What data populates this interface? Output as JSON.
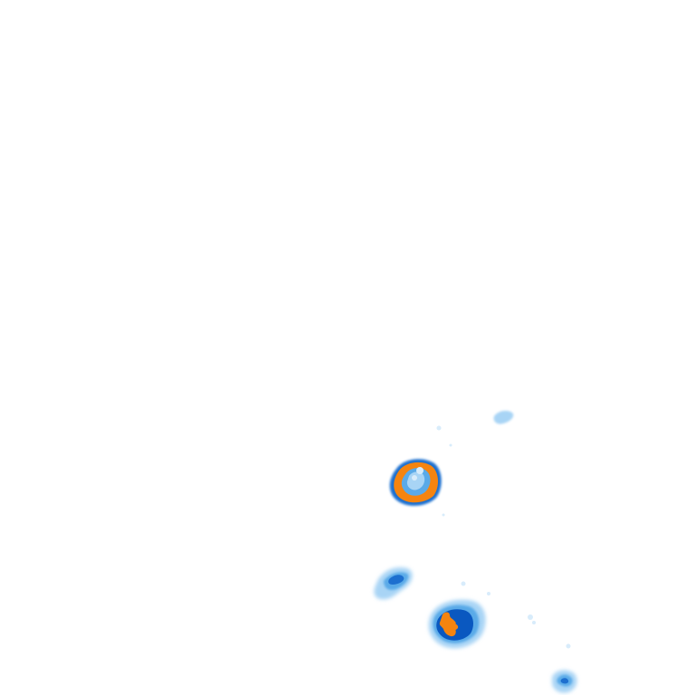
{
  "map": {
    "background": "#ffffff",
    "palette": {
      "light": "#a8d4f5",
      "medium": "#5aaae8",
      "dark": "#1d6fcf",
      "deep": "#0a58c0",
      "core": "#f5840f",
      "pale": "#d8ecfb"
    },
    "features": [
      "echo-small-top",
      "echo-ring-cell",
      "echo-left-cell",
      "echo-main-cell",
      "echo-bottom-right"
    ]
  }
}
